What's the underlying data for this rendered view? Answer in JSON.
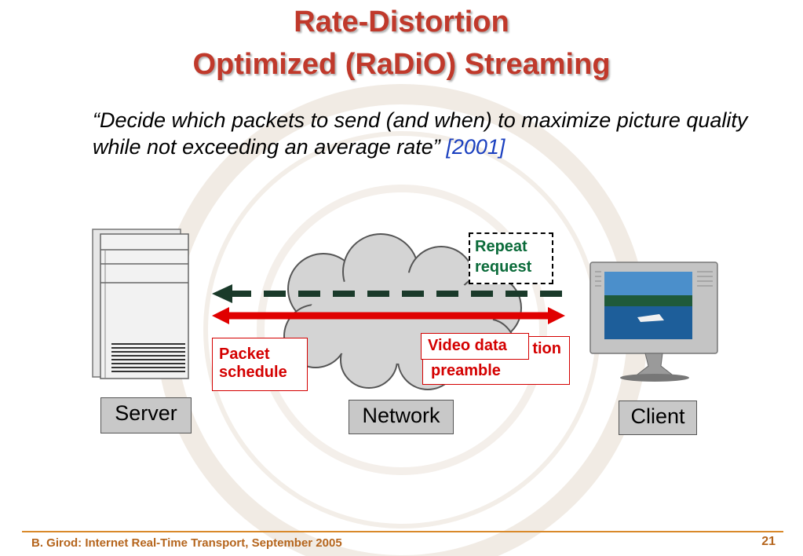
{
  "slide": {
    "title_line1": "Rate-Distortion",
    "title_line2": "Optimized (RaDiO) Streaming",
    "quote_text": "“Decide which packets to send (and when) to maximize picture quality while not exceeding an average rate”",
    "quote_citation": "[2001]"
  },
  "diagram": {
    "server_label": "Server",
    "network_label": "Network",
    "client_label": "Client",
    "repeat_request_line1": "Repeat",
    "repeat_request_line2": "request",
    "packet_schedule_line1": "Packet",
    "packet_schedule_line2": "schedule",
    "video_data": "Video data",
    "behind_text": "tion",
    "preamble": "preamble"
  },
  "footer": {
    "left": "B. Girod: Internet Real-Time Transport, September 2005",
    "page_number": "21"
  },
  "colors": {
    "title": "#c0392b",
    "arrow_red": "#e00000",
    "arrow_dashed": "#1a3a2a",
    "label_green": "#0b6b3a",
    "footer": "#b5651d"
  }
}
